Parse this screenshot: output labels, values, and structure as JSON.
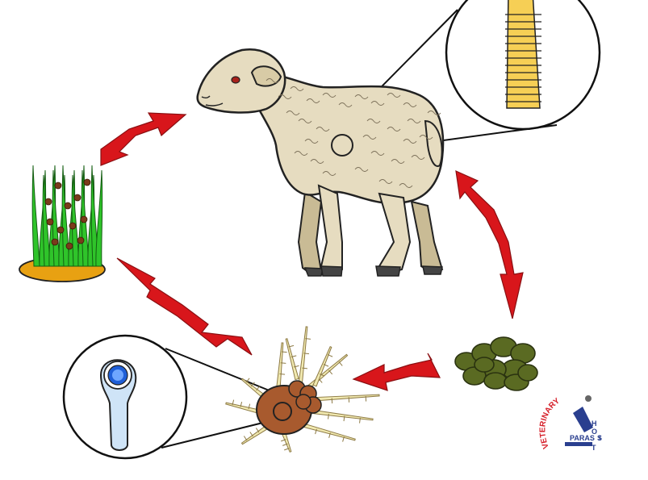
{
  "diagram": {
    "stages": [
      {
        "id": "host",
        "name": "sheep-host"
      },
      {
        "id": "feces",
        "name": "egg-segments-in-feces"
      },
      {
        "id": "mite",
        "name": "oribatid-mite-intermediate-host"
      },
      {
        "id": "pasture",
        "name": "contaminated-pasture"
      }
    ],
    "colors": {
      "arrow": "#d8161b",
      "arrow_dark": "#8a0f12",
      "sheep_wool": "#e6dcc0",
      "sheep_shade": "#c9bb95",
      "tapeworm": "#f6cf55",
      "feces": "#5a6a22",
      "mite_body": "#a85a2e",
      "mite_legs": "#f1e9b0",
      "grass": "#2fc42a",
      "soil": "#e8a112",
      "cysticercoid": "#cfe4f7",
      "cysticercoid_core": "#1f5fd8",
      "logo_red": "#d6202a",
      "logo_blue": "#2a3f8f"
    }
  },
  "logo": {
    "arc_text": "VETERINARY",
    "letters": [
      "H",
      "O",
      "S",
      "T"
    ],
    "para_text": "PARAS",
    "i_text": "I"
  }
}
